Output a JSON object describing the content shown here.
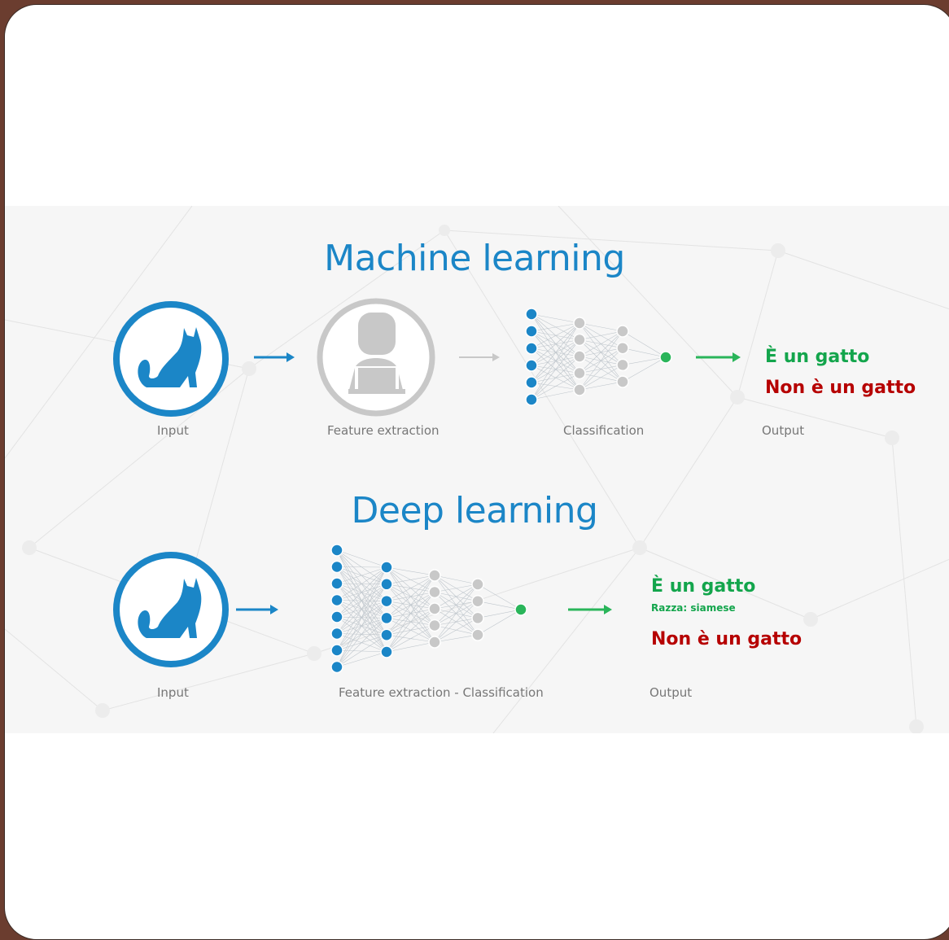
{
  "machine_learning": {
    "title": "Machine learning",
    "captions": {
      "input": "Input",
      "feature_extraction": "Feature extraction",
      "classification": "Classification",
      "output": "Output"
    },
    "outputs": {
      "positive": "È un gatto",
      "negative": "Non è un gatto"
    }
  },
  "deep_learning": {
    "title": "Deep learning",
    "captions": {
      "input": "Input",
      "feature_classification": "Feature extraction - Classification",
      "output": "Output"
    },
    "outputs": {
      "positive": "È un gatto",
      "breed": "Razza: siamese",
      "negative": "Non è un gatto"
    }
  },
  "colors": {
    "accent_blue": "#1b86c7",
    "node_grey": "#c8c8c8",
    "output_green": "#2ab55a",
    "positive_green": "#13a54c",
    "negative_red": "#b60000",
    "page_border": "#6b3d2f"
  },
  "icons": [
    "cat-icon",
    "person-laptop-icon",
    "arrow-right-icon",
    "neural-network-icon"
  ]
}
